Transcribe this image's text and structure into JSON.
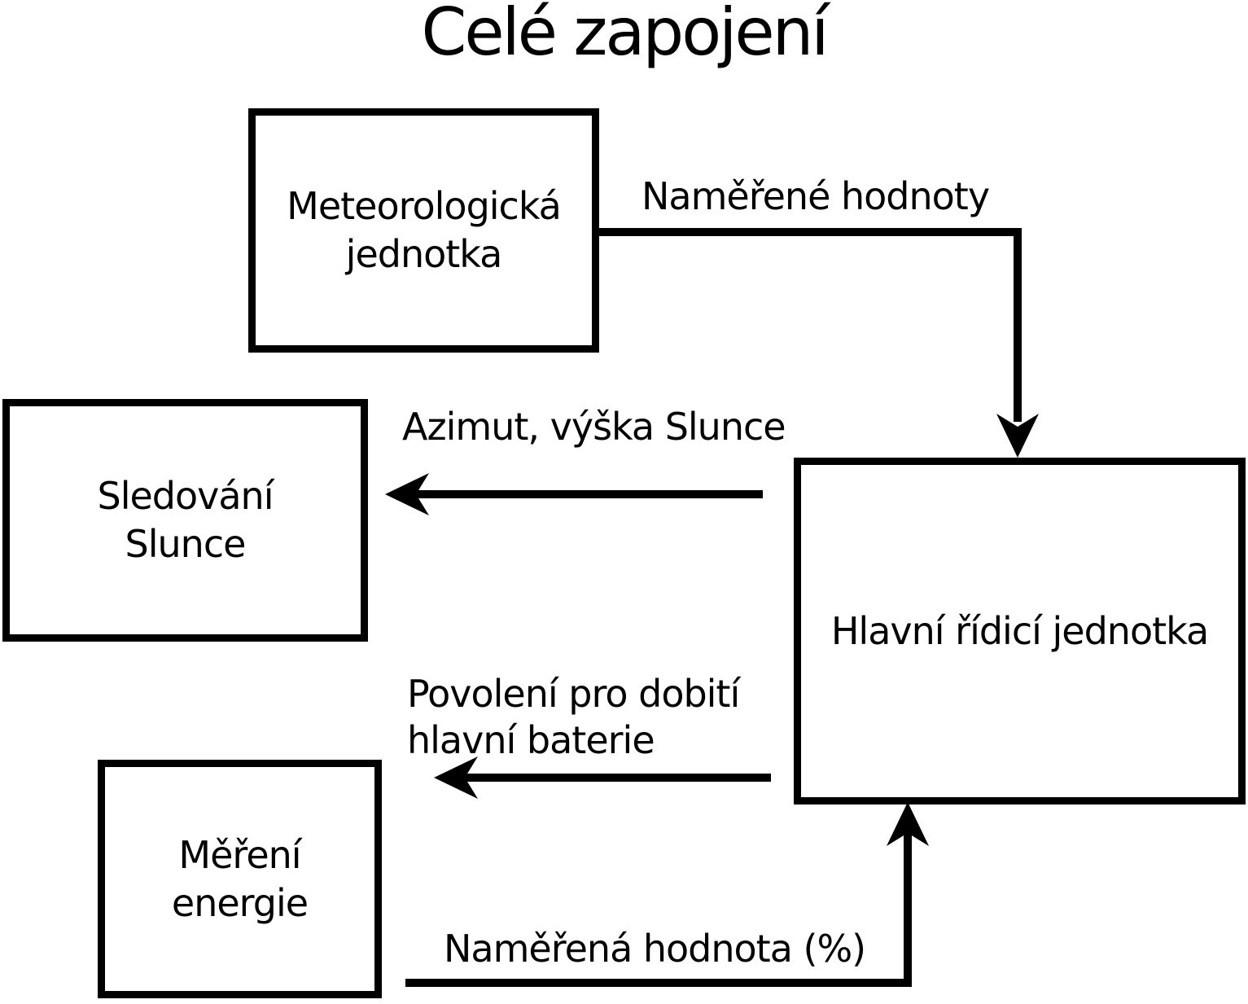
{
  "title": "Celé zapojení",
  "colors": {
    "line": "#000000",
    "background": "#ffffff",
    "text": "#000000"
  },
  "diagram": {
    "nodes": [
      {
        "id": "meteorological-unit",
        "label": "Meteorologická\njednotka"
      },
      {
        "id": "sun-tracking",
        "label": "Sledování\nSlunce"
      },
      {
        "id": "energy-measurement",
        "label": "Měření\nenergie"
      },
      {
        "id": "main-control-unit",
        "label": "Hlavní řídicí jednotka"
      }
    ],
    "edges": [
      {
        "from": "meteorological-unit",
        "to": "main-control-unit",
        "label": "Naměřené hodnoty"
      },
      {
        "from": "main-control-unit",
        "to": "sun-tracking",
        "label": "Azimut, výška Slunce"
      },
      {
        "from": "main-control-unit",
        "to": "energy-measurement",
        "label": "Povolení pro dobití\nhlavní baterie"
      },
      {
        "from": "energy-measurement",
        "to": "main-control-unit",
        "label": "Naměřená hodnota (%)"
      }
    ]
  }
}
